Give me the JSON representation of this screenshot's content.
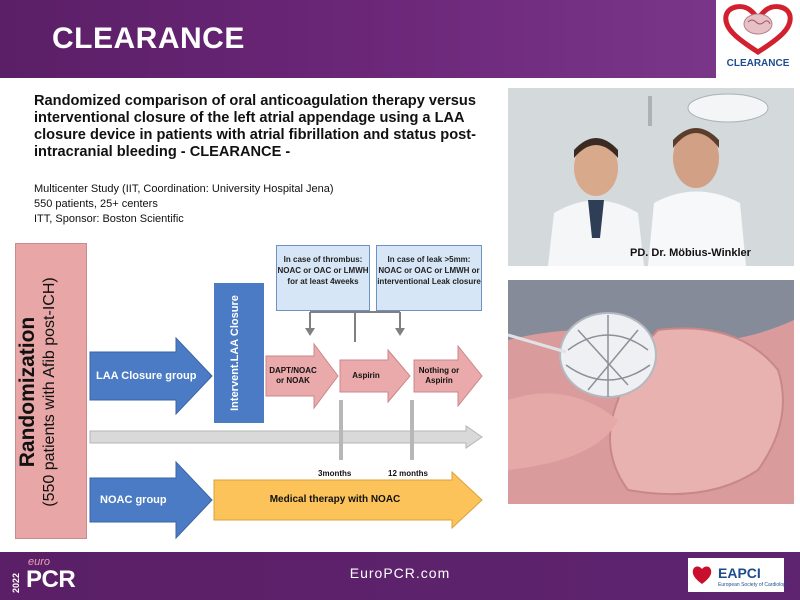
{
  "header": {
    "title": "CLEARANCE",
    "logo_text": "CLEARANCE"
  },
  "study": {
    "title": "Randomized comparison of oral anticoagulation therapy versus interventional closure of the left atrial appendage using a LAA closure device in patients with atrial fibrillation and status post-intracranial bleeding  - CLEARANCE -",
    "info_line_1": "Multicenter Study (IIT, Coordination: University Hospital Jena)",
    "info_line_2": "550 patients, 25+ centers",
    "info_line_3": "ITT, Sponsor: Boston Scientific"
  },
  "photos": {
    "doctor_caption": "PD. Dr. Möbius-Winkler"
  },
  "diagram": {
    "randomization_title": "Randomization",
    "randomization_subtitle": "(550 patients with Afib post-ICH)",
    "laa_group": "LAA Closure group",
    "noac_group": "NOAC group",
    "intervent_closure": "Intervent.LAA Closure",
    "dapt": "DAPT/NOAC or NOAK",
    "aspirin": "Aspirin",
    "nothing_or_aspirin": "Nothing or Aspirin",
    "medical_therapy": "Medical therapy with NOAC",
    "thrombus_box": "In case of thrombus: NOAC or OAC or LMWH for at least 4weeks",
    "leak_box": "In case of leak >5mm: NOAC or OAC or LMWH or interventional Leak closure",
    "timepoint_3": "3months",
    "timepoint_12": "12 months",
    "colors": {
      "blue_arrow": "#4a7bc4",
      "pink_arrow": "#eaa9aa",
      "yellow_arrow": "#fbc35a",
      "gray_arrow": "#d9d9d9"
    }
  },
  "footer": {
    "url": "EuroPCR.com",
    "brand_year": "2022",
    "brand_euro": "euro",
    "brand_pcr": "PCR",
    "eapci": "EAPCI",
    "eapci_sub": "European Society of Cardiology"
  }
}
